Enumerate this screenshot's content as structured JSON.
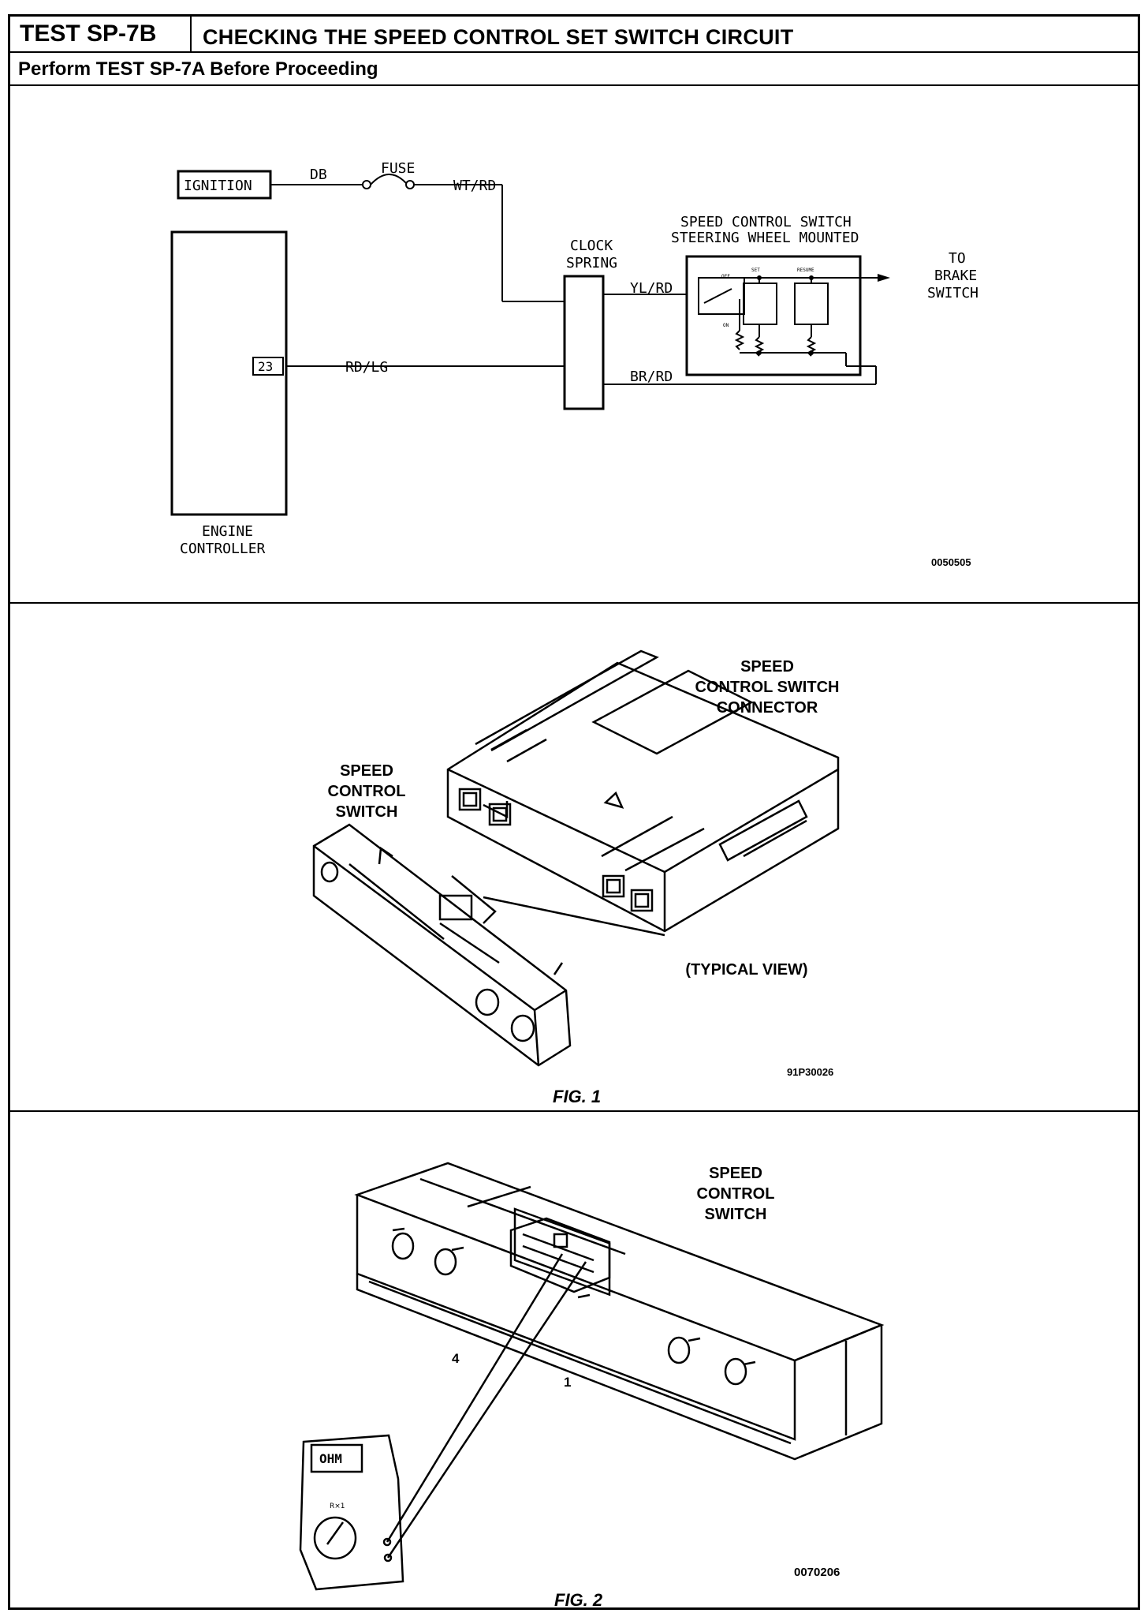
{
  "header": {
    "test_id": "TEST SP-7B",
    "title": "CHECKING THE SPEED CONTROL SET SWITCH CIRCUIT"
  },
  "prerequisite": "Perform TEST SP-7A Before Proceeding",
  "schematic": {
    "ignition": "IGNITION",
    "wire_db": "DB",
    "fuse": "FUSE",
    "wire_wt_rd": "WT/RD",
    "clock_spring_line1": "CLOCK",
    "clock_spring_line2": "SPRING",
    "switch_title_line1": "SPEED CONTROL SWITCH",
    "switch_title_line2": "STEERING WHEEL MOUNTED",
    "to_brake_line1": "TO",
    "to_brake_line2": "BRAKE",
    "to_brake_line3": "SWITCH",
    "wire_yl_rd": "YL/RD",
    "wire_br_rd": "BR/RD",
    "wire_rd_lg": "RD/LG",
    "pin_number": "23",
    "engine_controller_line1": "ENGINE",
    "engine_controller_line2": "CONTROLLER",
    "switch_off": "OFF",
    "switch_on": "ON",
    "btn_set": "SET",
    "btn_resume": "RESUME",
    "figure_code": "0050505"
  },
  "figure1": {
    "connector_label_line1": "SPEED",
    "connector_label_line2": "CONTROL SWITCH",
    "connector_label_line3": "CONNECTOR",
    "switch_label_line1": "SPEED",
    "switch_label_line2": "CONTROL",
    "switch_label_line3": "SWITCH",
    "typical_view": "(TYPICAL VIEW)",
    "figure_code": "91P30026",
    "caption": "FIG. 1"
  },
  "figure2": {
    "switch_label_line1": "SPEED",
    "switch_label_line2": "CONTROL",
    "switch_label_line3": "SWITCH",
    "pin_4": "4",
    "pin_1": "1",
    "meter_display": "OHM",
    "meter_range": "R×1",
    "figure_code": "0070206",
    "caption": "FIG. 2"
  }
}
